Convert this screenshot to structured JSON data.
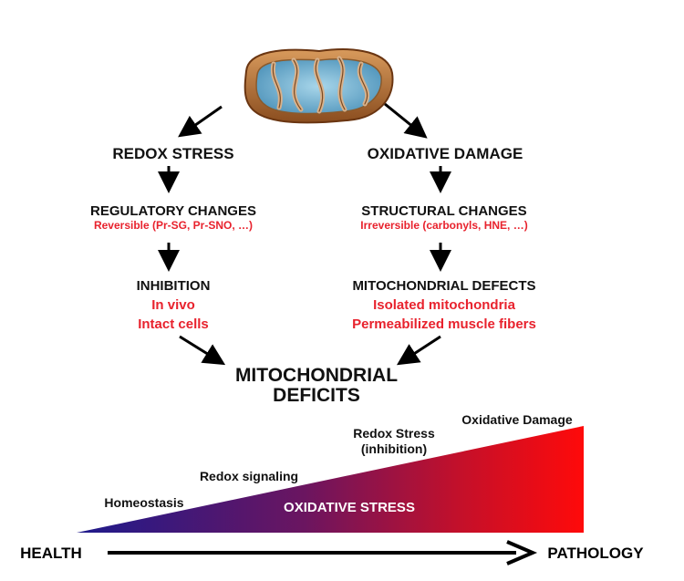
{
  "left_branch": {
    "header": "REDOX STRESS",
    "change_title": "REGULATORY CHANGES",
    "change_detail": "Reversible (Pr-SG, Pr-SNO, …)",
    "outcome_title": "INHIBITION",
    "outcome_items": [
      "In vivo",
      "Intact cells"
    ]
  },
  "right_branch": {
    "header": "OXIDATIVE DAMAGE",
    "change_title": "STRUCTURAL CHANGES",
    "change_detail": "Irreversible (carbonyls, HNE, …)",
    "outcome_title": "MITOCHONDRIAL DEFECTS",
    "outcome_items": [
      "Isolated mitochondria",
      "Permeabilized muscle fibers"
    ]
  },
  "convergence": {
    "line1": "MITOCHONDRIAL",
    "line2": "DEFICITS"
  },
  "gradient": {
    "inner_label": "OXIDATIVE STRESS",
    "stages": [
      "Homeostasis",
      "Redox signaling",
      "Redox Stress",
      "(inhibition)",
      "Oxidative Damage"
    ],
    "color_start": "#1e1a8c",
    "color_end": "#ff0a0a"
  },
  "axis": {
    "start_label": "HEALTH",
    "end_label": "PATHOLOGY"
  },
  "colors": {
    "accent_red": "#e8222d",
    "text": "#111111"
  },
  "icons": {
    "top": "mitochondrion-icon"
  }
}
